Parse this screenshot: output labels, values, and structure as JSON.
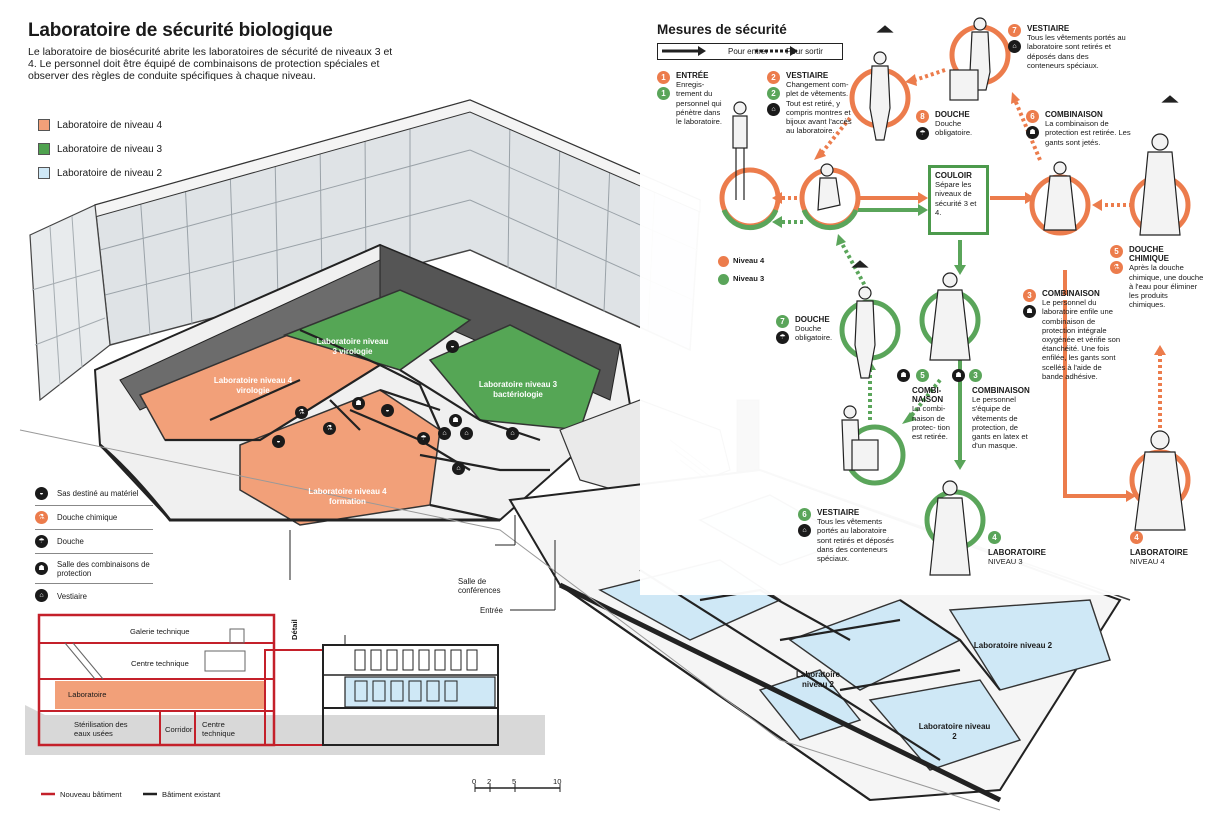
{
  "header": {
    "title": "Laboratoire de sécurité biologique",
    "subtitle": "Le laboratoire de biosécurité abrite les laboratoires de sécurité de niveaux 3 et 4. Le personnel doit être équipé de combinaisons de protection spéciales et observer des règles de conduite spécifiques à chaque niveau."
  },
  "level_legend": [
    {
      "label": "Laboratoire de niveau 4",
      "color": "#f2a079"
    },
    {
      "label": "Laboratoire de niveau 3",
      "color": "#4fa24f"
    },
    {
      "label": "Laboratoire de niveau 2",
      "color": "#cfe8f6"
    }
  ],
  "symbol_legend": [
    {
      "icon": "airlock-icon",
      "glyph": "◒",
      "label": "Sas destiné au matériel"
    },
    {
      "icon": "chemical-shower-icon",
      "glyph": "⚗",
      "label": "Douche chimique"
    },
    {
      "icon": "shower-icon",
      "glyph": "☂",
      "label": "Douche"
    },
    {
      "icon": "suit-room-icon",
      "glyph": "☗",
      "label": "Salle des combinaisons de protection"
    },
    {
      "icon": "locker-room-icon",
      "glyph": "⌂",
      "label": "Vestiaire"
    }
  ],
  "plan_labels": {
    "lab4_virology": "Laboratoire niveau 4 virologie",
    "lab4_training": "Laboratoire niveau 4 formation",
    "lab3_virology": "Laboratoire niveau 3 virologie",
    "lab3_bacteriology": "Laboratoire niveau 3 bactériologie",
    "lab2_a": "Laboratoire niveau 2",
    "lab2_b": "Laboratoire niveau 2",
    "lab2_c": "Laboratoire niveau 2",
    "conference": "Salle de conférences",
    "entrance": "Entrée"
  },
  "section": {
    "detail": "Détail",
    "galerie": "Galerie technique",
    "centre_technique": "Centre technique",
    "laboratoire": "Laboratoire",
    "sterilisation": "Stérilisation des eaux usées",
    "corridor": "Corridor",
    "centre_technique_2": "Centre technique",
    "new_building": "Nouveau bâtiment",
    "existing_building": "Bâtiment existant",
    "scale": [
      "0",
      "2",
      "5",
      "10"
    ]
  },
  "measures": {
    "title": "Mesures de sécurité",
    "enter_label": "Pour entrer",
    "exit_label": "Pour sortir",
    "steps": {
      "s1": {
        "n4": "1",
        "n3": "1",
        "title": "ENTRÉE",
        "text": "Enregis- trement du personnel qui pénètre dans le laboratoire."
      },
      "s2": {
        "n4": "2",
        "n3": "2",
        "title": "VESTIAIRE",
        "text": "Changement com- plet de vêtements. Tout est retiré, y compris montres et bijoux avant l'accès au laboratoire."
      },
      "s8": {
        "n": "8",
        "title": "DOUCHE",
        "text": "Douche obligatoire."
      },
      "s7top": {
        "n": "7",
        "title": "VESTIAIRE",
        "text": "Tous les vêtements portés au laboratoire sont retirés et déposés dans des conteneurs spéciaux."
      },
      "s6top": {
        "n": "6",
        "title": "COMBINAISON",
        "text": "La combinaison de protection est retirée. Les gants sont jetés."
      },
      "corridor": {
        "title": "COULOIR",
        "text": "Sépare les niveaux de sécurité 3 et 4."
      },
      "s5top": {
        "n": "5",
        "title": "DOUCHE CHIMIQUE",
        "text": "Après la douche chimique, une douche à l'eau pour éliminer les produits chimiques."
      },
      "s3top": {
        "n": "3",
        "title": "COMBINAISON",
        "text": "Le personnel du laboratoire enfile une combinaison de protection intégrale oxygénée et vérifie son étanchéité. Une fois enfilée, les gants sont scellés à l'aide de bande adhésive."
      },
      "s7g": {
        "n": "7",
        "title": "DOUCHE",
        "text": "Douche obligatoire."
      },
      "s5g": {
        "n": "5",
        "title": "COMBI- NAISON",
        "text": "La combi- naison de protec- tion est retirée."
      },
      "s3g": {
        "n": "3",
        "title": "COMBINAISON",
        "text": "Le personnel s'équipe de vêtements de protection, de gants en latex et d'un masque."
      },
      "s6g": {
        "n": "6",
        "title": "VESTIAIRE",
        "text": "Tous les vêtements portés au laboratoire sont retirés et déposés dans des conteneurs spéciaux."
      },
      "s4g": {
        "n": "4",
        "title": "LABORATOIRE",
        "text": "NIVEAU 3"
      },
      "s4o": {
        "n": "4",
        "title": "LABORATOIRE",
        "text": "NIVEAU 4"
      }
    },
    "levels_legend": [
      {
        "label": "Niveau 4",
        "color": "#ec7c4c"
      },
      {
        "label": "Niveau 3",
        "color": "#5aa55a"
      }
    ]
  },
  "colors": {
    "orange": "#ec7c4c",
    "green": "#4c9a4c",
    "blue": "#cfe8f6",
    "red": "#c4202a"
  }
}
